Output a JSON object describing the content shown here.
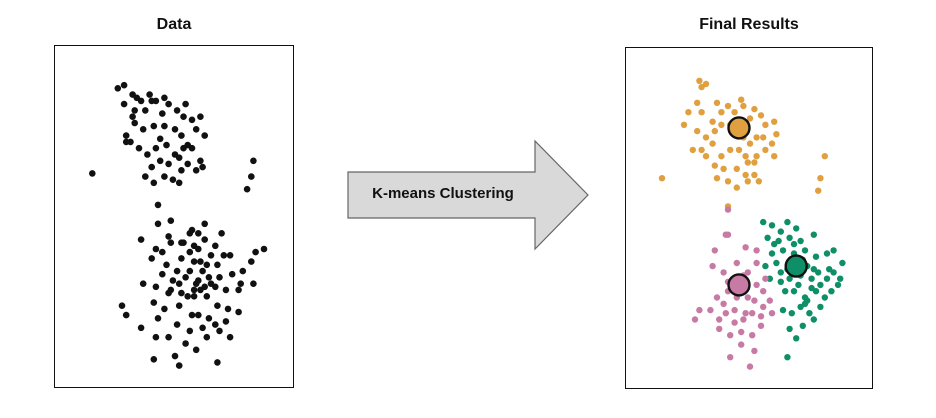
{
  "titles": {
    "left": "Data",
    "right": "Final Results"
  },
  "arrow": {
    "label": "K-means Clustering",
    "fill": "#d9d9d9",
    "stroke": "#666666",
    "icon": "right-arrow-icon"
  },
  "colors": {
    "data": "#111111",
    "cluster1": "#e0a040",
    "cluster2": "#0f8f68",
    "cluster3": "#c77aa4",
    "border": "#111111"
  },
  "chart_data": [
    {
      "type": "scatter",
      "title": "Data",
      "xlim": [
        0,
        100
      ],
      "ylim": [
        0,
        100
      ],
      "grid": false,
      "points": [
        [
          23,
          91
        ],
        [
          26,
          92
        ],
        [
          30,
          89
        ],
        [
          34,
          87
        ],
        [
          36,
          84
        ],
        [
          38,
          89
        ],
        [
          41,
          87
        ],
        [
          44,
          83
        ],
        [
          47,
          86
        ],
        [
          51,
          84
        ],
        [
          54,
          82
        ],
        [
          58,
          81
        ],
        [
          62,
          82
        ],
        [
          26,
          86
        ],
        [
          30,
          82
        ],
        [
          31,
          80
        ],
        [
          35,
          78
        ],
        [
          40,
          79
        ],
        [
          45,
          79
        ],
        [
          50,
          78
        ],
        [
          53,
          76
        ],
        [
          56,
          73
        ],
        [
          60,
          78
        ],
        [
          64,
          76
        ],
        [
          27,
          74
        ],
        [
          33,
          72
        ],
        [
          37,
          70
        ],
        [
          41,
          72
        ],
        [
          46,
          73
        ],
        [
          50,
          70
        ],
        [
          54,
          72
        ],
        [
          58,
          72
        ],
        [
          39,
          66
        ],
        [
          43,
          68
        ],
        [
          47,
          67
        ],
        [
          53,
          65
        ],
        [
          56,
          67
        ],
        [
          36,
          63
        ],
        [
          45,
          63
        ],
        [
          60,
          65
        ],
        [
          62,
          68
        ],
        [
          63,
          66
        ],
        [
          27,
          76
        ],
        [
          31,
          84
        ],
        [
          29,
          74
        ],
        [
          43,
          75
        ],
        [
          52,
          69
        ],
        [
          49,
          62
        ],
        [
          32,
          88
        ],
        [
          39,
          87
        ],
        [
          45,
          88
        ],
        [
          55,
          86
        ],
        [
          11,
          64
        ],
        [
          40,
          61
        ],
        [
          52,
          61
        ],
        [
          87,
          68
        ],
        [
          86,
          63
        ],
        [
          84,
          59
        ],
        [
          42,
          54
        ],
        [
          42,
          48
        ],
        [
          58,
          46
        ],
        [
          64,
          43
        ],
        [
          64,
          48
        ],
        [
          59,
          41
        ],
        [
          61,
          45
        ],
        [
          72,
          45
        ],
        [
          57,
          45
        ],
        [
          61,
          40
        ],
        [
          67,
          38
        ],
        [
          62,
          36
        ],
        [
          34,
          43
        ],
        [
          41,
          40
        ],
        [
          48,
          42
        ],
        [
          53,
          42
        ],
        [
          69,
          41
        ],
        [
          73,
          38
        ],
        [
          39,
          37
        ],
        [
          46,
          35
        ],
        [
          53,
          37
        ],
        [
          59,
          36
        ],
        [
          65,
          35
        ],
        [
          70,
          35
        ],
        [
          76,
          38
        ],
        [
          82,
          33
        ],
        [
          88,
          39
        ],
        [
          86,
          36
        ],
        [
          92,
          40
        ],
        [
          44,
          32
        ],
        [
          49,
          30
        ],
        [
          55,
          31
        ],
        [
          61,
          30
        ],
        [
          66,
          31
        ],
        [
          71,
          31
        ],
        [
          77,
          32
        ],
        [
          81,
          29
        ],
        [
          35,
          29
        ],
        [
          41,
          28
        ],
        [
          47,
          26
        ],
        [
          53,
          26
        ],
        [
          59,
          27
        ],
        [
          64,
          28
        ],
        [
          69,
          28
        ],
        [
          74,
          27
        ],
        [
          80,
          27
        ],
        [
          87,
          29
        ],
        [
          51,
          33
        ],
        [
          57,
          33
        ],
        [
          63,
          33
        ],
        [
          67,
          29
        ],
        [
          60,
          29
        ],
        [
          40,
          23
        ],
        [
          45,
          21
        ],
        [
          52,
          22
        ],
        [
          58,
          19
        ],
        [
          61,
          19
        ],
        [
          66,
          18
        ],
        [
          70,
          22
        ],
        [
          75,
          21
        ],
        [
          80,
          20
        ],
        [
          42,
          18
        ],
        [
          51,
          16
        ],
        [
          57,
          14
        ],
        [
          63,
          15
        ],
        [
          69,
          16
        ],
        [
          74,
          17
        ],
        [
          34,
          15
        ],
        [
          27,
          19
        ],
        [
          25,
          22
        ],
        [
          41,
          12
        ],
        [
          47,
          12
        ],
        [
          55,
          10
        ],
        [
          60,
          8
        ],
        [
          65,
          12
        ],
        [
          71,
          14
        ],
        [
          76,
          12
        ],
        [
          40,
          5
        ],
        [
          50,
          6
        ],
        [
          52,
          3
        ],
        [
          70,
          4
        ],
        [
          48,
          49
        ],
        [
          47,
          44
        ],
        [
          44,
          39
        ],
        [
          54,
          42
        ],
        [
          57,
          39
        ],
        [
          62,
          27
        ],
        [
          56,
          25
        ],
        [
          65,
          25
        ],
        [
          48,
          27
        ],
        [
          52,
          29
        ],
        [
          59,
          25
        ]
      ]
    },
    {
      "type": "scatter",
      "title": "Final Results",
      "xlim": [
        0,
        100
      ],
      "ylim": [
        0,
        100
      ],
      "grid": false,
      "series": [
        {
          "color": "#e0a040",
          "points": [
            [
              27,
              94
            ],
            [
              28,
              92
            ],
            [
              30,
              93
            ],
            [
              22,
              84
            ],
            [
              26,
              87
            ],
            [
              28,
              84
            ],
            [
              35,
              87
            ],
            [
              40,
              86
            ],
            [
              43,
              84
            ],
            [
              47,
              86
            ],
            [
              50,
              82
            ],
            [
              52,
              85
            ],
            [
              55,
              83
            ],
            [
              57,
              80
            ],
            [
              61,
              81
            ],
            [
              20,
              80
            ],
            [
              26,
              78
            ],
            [
              30,
              76
            ],
            [
              34,
              78
            ],
            [
              37,
              80
            ],
            [
              41,
              80
            ],
            [
              45,
              78
            ],
            [
              47,
              76
            ],
            [
              50,
              74
            ],
            [
              53,
              76
            ],
            [
              56,
              76
            ],
            [
              60,
              74
            ],
            [
              28,
              72
            ],
            [
              33,
              74
            ],
            [
              37,
              70
            ],
            [
              41,
              72
            ],
            [
              45,
              72
            ],
            [
              48,
              70
            ],
            [
              53,
              70
            ],
            [
              57,
              72
            ],
            [
              61,
              70
            ],
            [
              34,
              67
            ],
            [
              38,
              66
            ],
            [
              44,
              66
            ],
            [
              48,
              64
            ],
            [
              52,
              64
            ],
            [
              35,
              63
            ],
            [
              40,
              62
            ],
            [
              44,
              60
            ],
            [
              49,
              62
            ],
            [
              54,
              62
            ],
            [
              30,
              70
            ],
            [
              24,
              72
            ],
            [
              62,
              77
            ],
            [
              52,
              68
            ],
            [
              46,
              88
            ],
            [
              37,
              84
            ],
            [
              33,
              81
            ],
            [
              49,
              68
            ],
            [
              84,
              70
            ],
            [
              82,
              63
            ],
            [
              81,
              59
            ],
            [
              10,
              63
            ],
            [
              40,
              54
            ]
          ]
        },
        {
          "color": "#0f8f68",
          "points": [
            [
              56,
              49
            ],
            [
              60,
              48
            ],
            [
              64,
              46
            ],
            [
              67,
              49
            ],
            [
              71,
              47
            ],
            [
              79,
              45
            ],
            [
              58,
              44
            ],
            [
              63,
              43
            ],
            [
              68,
              44
            ],
            [
              73,
              43
            ],
            [
              85,
              39
            ],
            [
              60,
              39
            ],
            [
              65,
              40
            ],
            [
              70,
              39
            ],
            [
              75,
              40
            ],
            [
              80,
              38
            ],
            [
              88,
              40
            ],
            [
              92,
              36
            ],
            [
              57,
              35
            ],
            [
              62,
              36
            ],
            [
              67,
              34
            ],
            [
              71,
              36
            ],
            [
              76,
              35
            ],
            [
              81,
              33
            ],
            [
              85,
              31
            ],
            [
              90,
              29
            ],
            [
              59,
              31
            ],
            [
              64,
              30
            ],
            [
              68,
              31
            ],
            [
              73,
              32
            ],
            [
              78,
              31
            ],
            [
              82,
              29
            ],
            [
              87,
              27
            ],
            [
              91,
              31
            ],
            [
              66,
              27
            ],
            [
              70,
              27
            ],
            [
              75,
              25
            ],
            [
              80,
              27
            ],
            [
              84,
              25
            ],
            [
              65,
              21
            ],
            [
              69,
              20
            ],
            [
              73,
              22
            ],
            [
              77,
              20
            ],
            [
              82,
              22
            ],
            [
              68,
              15
            ],
            [
              74,
              16
            ],
            [
              79,
              18
            ],
            [
              71,
              12
            ],
            [
              67,
              6
            ],
            [
              76,
              24
            ],
            [
              86,
              34
            ],
            [
              61,
              42
            ],
            [
              70,
              42
            ],
            [
              64,
              33
            ],
            [
              78,
              28
            ],
            [
              72,
              29
            ],
            [
              75,
              23
            ],
            [
              79,
              34
            ],
            [
              88,
              33
            ],
            [
              74,
              37
            ]
          ]
        },
        {
          "color": "#c77aa4",
          "points": [
            [
              40,
              53
            ],
            [
              39,
              45
            ],
            [
              34,
              40
            ],
            [
              48,
              41
            ],
            [
              53,
              40
            ],
            [
              33,
              35
            ],
            [
              38,
              33
            ],
            [
              44,
              36
            ],
            [
              49,
              33
            ],
            [
              53,
              36
            ],
            [
              45,
              30
            ],
            [
              40,
              27
            ],
            [
              44,
              25
            ],
            [
              49,
              25
            ],
            [
              53,
              29
            ],
            [
              57,
              31
            ],
            [
              35,
              25
            ],
            [
              39,
              20
            ],
            [
              43,
              21
            ],
            [
              47,
              18
            ],
            [
              51,
              20
            ],
            [
              56,
              22
            ],
            [
              59,
              24
            ],
            [
              27,
              21
            ],
            [
              32,
              21
            ],
            [
              36,
              15
            ],
            [
              41,
              13
            ],
            [
              46,
              14
            ],
            [
              51,
              13
            ],
            [
              55,
              16
            ],
            [
              60,
              20
            ],
            [
              46,
              10
            ],
            [
              52,
              8
            ],
            [
              41,
              6
            ],
            [
              50,
              3
            ],
            [
              36,
              18
            ],
            [
              40,
              30
            ],
            [
              48,
              20
            ],
            [
              56,
              27
            ],
            [
              38,
              23
            ],
            [
              43,
              17
            ],
            [
              52,
              24
            ],
            [
              47,
              32
            ],
            [
              55,
              19
            ],
            [
              40,
              45
            ],
            [
              25,
              18
            ]
          ]
        }
      ],
      "centroids": [
        {
          "color": "#e0a040",
          "x": 45,
          "y": 79
        },
        {
          "color": "#0f8f68",
          "x": 71,
          "y": 35
        },
        {
          "color": "#c77aa4",
          "x": 45,
          "y": 29
        }
      ]
    }
  ]
}
